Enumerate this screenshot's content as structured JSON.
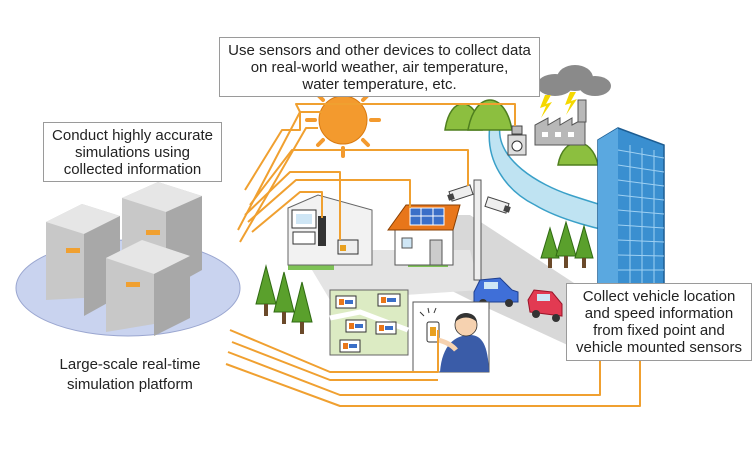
{
  "callouts": {
    "sensors": {
      "line1": "Use sensors and other devices to collect data",
      "line2": "on real-world weather, air temperature,",
      "line3": "water temperature, etc."
    },
    "simulation": {
      "line1": "Conduct highly accurate",
      "line2": "simulations using",
      "line3": "collected information"
    },
    "vehicle": {
      "line1": "Collect vehicle location",
      "line2": "and speed information",
      "line3": "from fixed point and",
      "line4": "vehicle mounted sensors"
    }
  },
  "platform": {
    "line1": "Large-scale real-time",
    "line2": "simulation platform"
  },
  "colors": {
    "connector": "#f0a030",
    "server": "#c8c8c8",
    "platform_base": "#c9d3ef",
    "tower": "#3a8fd0",
    "hill": "#8cbf3f",
    "tree": "#5aa02c",
    "river": "#bfe3f2",
    "sun": "#f39a2e",
    "car_blue": "#3f6fd8",
    "car_red": "#e23a52",
    "ground_pad": "#7ec256"
  }
}
